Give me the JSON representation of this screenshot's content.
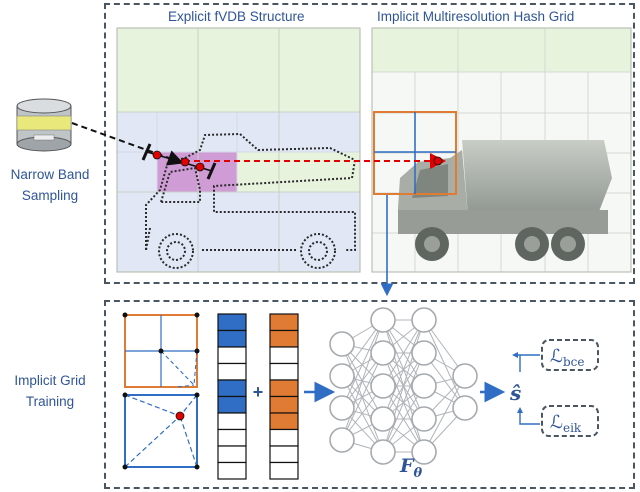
{
  "labels": {
    "explicit_title": "Explicit fVDB Structure",
    "implicit_title": "Implicit Multiresolution Hash Grid",
    "narrow_band_line1": "Narrow Band",
    "narrow_band_line2": "Sampling",
    "grid_training_line1": "Implicit Grid",
    "grid_training_line2": "Training",
    "plus": "+",
    "network_symbol": "F",
    "network_subscript": "θ",
    "output_symbol": "ŝ",
    "loss_bce_symbol": "ℒ",
    "loss_bce_subscript": "bce",
    "loss_eik_symbol": "ℒ",
    "loss_eik_subscript": "eik"
  },
  "colors": {
    "accent_blue": "#2f5597",
    "feature_blue": "#2f6ec4",
    "feature_orange": "#e07b33",
    "explicit_light_green": "#e8f3de",
    "explicit_light_blue": "#e1e7f5",
    "magenta_cell": "#cf9cd6",
    "sample_red": "#e00000",
    "frame_gray": "#4a5763"
  },
  "icons": {
    "sensor": "lidar-sensor-icon",
    "truck_sketch": "truck-outline-icon",
    "truck_render": "truck-render-icon"
  }
}
